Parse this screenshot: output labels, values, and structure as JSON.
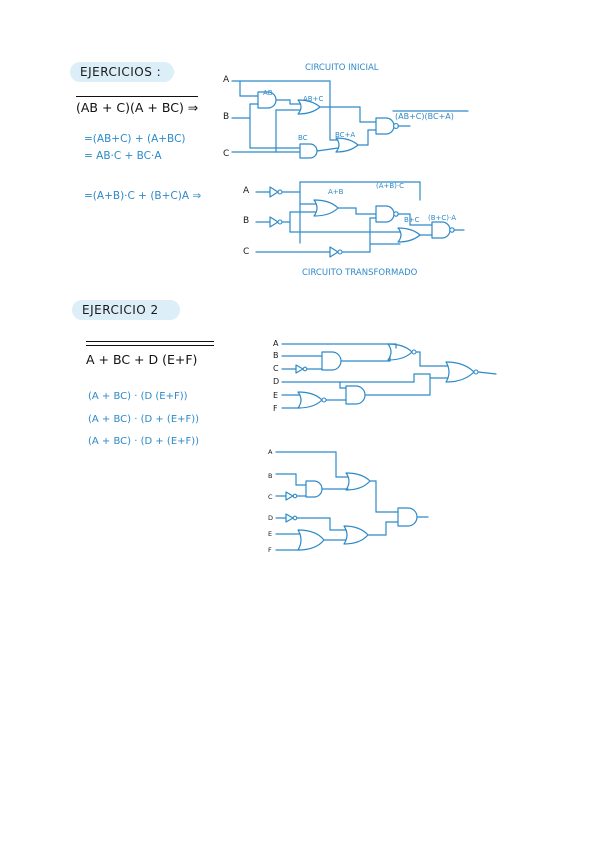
{
  "exercise1": {
    "title": "EJERCICIOS :",
    "main_expr": "(AB + C)(A + BC) ⇒",
    "step1": "=(AB+C) + (A+BC)",
    "step2": "= AB·C  +  BC·A",
    "step3": "=(A+B)·C + (B+C)A  ⇒",
    "circuit_initial_label": "CIRCUITO INICIAL",
    "circuit_transformed_label": "CIRCUITO TRANSFORMADO",
    "inputs": [
      "A",
      "B",
      "C"
    ],
    "gate_labels": [
      "AB",
      "AB+C",
      "BC",
      "BC+A",
      "(AB+C)(BC+A)"
    ],
    "gate_labels_transformed": [
      "A+B",
      "(A+B)·C",
      "B+C",
      "(B+C)·A"
    ]
  },
  "exercise2": {
    "title": "EJERCICIO 2",
    "main_expr": "A + BC + D (E+F)",
    "step1": "(A + BC) · (D (E+F))",
    "step2": "(A + BC) · (D + (E+F))",
    "step3": "(A + BC) · (D + (E+F))",
    "inputs_top": [
      "A",
      "B",
      "C",
      "D",
      "E",
      "F"
    ],
    "inputs_bottom": [
      "A",
      "B",
      "C",
      "D",
      "E",
      "F"
    ]
  }
}
